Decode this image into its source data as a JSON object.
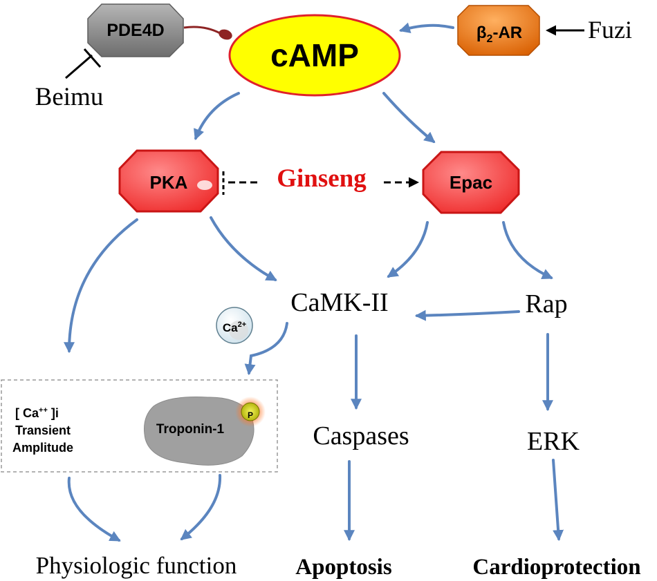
{
  "colors": {
    "arrow": "#5b85bf",
    "camp_fill": "#ffff00",
    "camp_stroke": "#e0202a",
    "enzyme_fill": "#f04a4a",
    "enzyme_stroke": "#c91515",
    "pde_fill": "#8a8a8a",
    "receptor_fill": "#e0700f",
    "ginseng_text": "#e01010",
    "pde_link": "#8e2424"
  },
  "nodes": {
    "camp": "cAMP",
    "pde4d": "PDE4D",
    "beta2ar_prefix": "β",
    "beta2ar_sub": "2",
    "beta2ar_suffix": "-AR",
    "pka": "PKA",
    "epac": "Epac",
    "camkii": "CaMK-II",
    "rap": "Rap",
    "caspases": "Caspases",
    "erk": "ERK",
    "calcium_base": "Ca",
    "calcium_sup": "2+",
    "troponin": "Troponin-1",
    "phospho": "P"
  },
  "herbs": {
    "beimu": "Beimu",
    "fuzi": "Fuzi",
    "ginseng": "Ginseng"
  },
  "calcium_box": {
    "line1_prefix": "[ Ca",
    "line1_sup": "++",
    "line1_suffix": " ]i",
    "line2": "Transient",
    "line3": "Amplitude"
  },
  "outcomes": {
    "physiologic": "Physiologic function",
    "apoptosis": "Apoptosis",
    "cardioprotection": "Cardioprotection"
  }
}
